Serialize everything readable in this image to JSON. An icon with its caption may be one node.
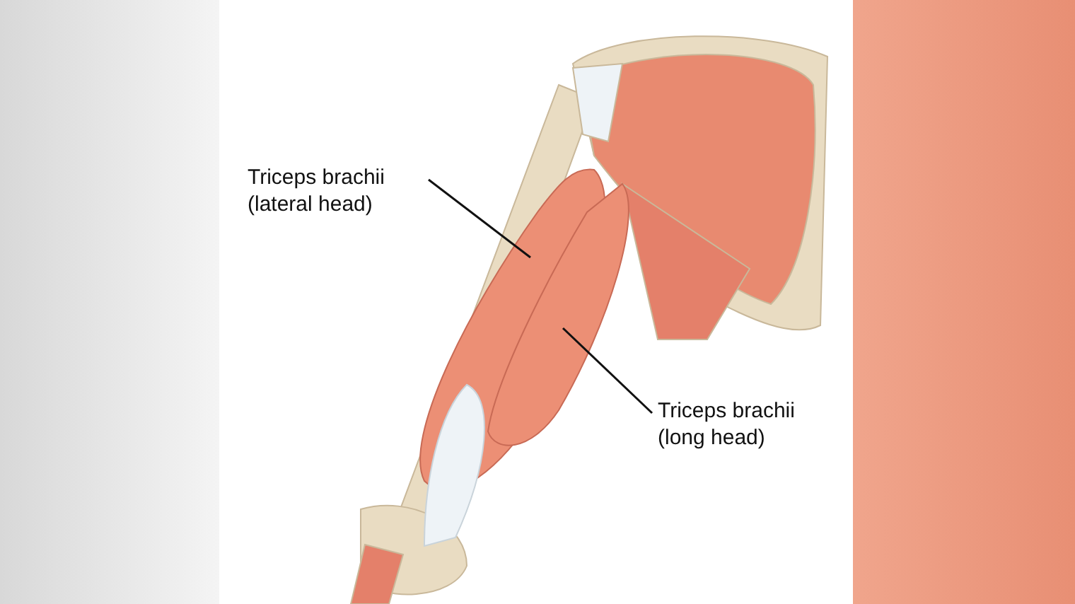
{
  "diagram": {
    "nodes": [
      {
        "text": [
          "Triceps brachii (lateral head)"
        ]
      },
      {
        "text": [],
        "shape": "picture"
      },
      {
        "text": [
          "Triceps brachii (long head)"
        ]
      },
      {
        "text": [],
        "shape": "picture"
      }
    ],
    "edges": [
      {
        "from": 0,
        "to": 1,
        "arrow": "none"
      },
      {
        "from": 2,
        "to": 3,
        "arrow": "none"
      }
    ]
  }
}
